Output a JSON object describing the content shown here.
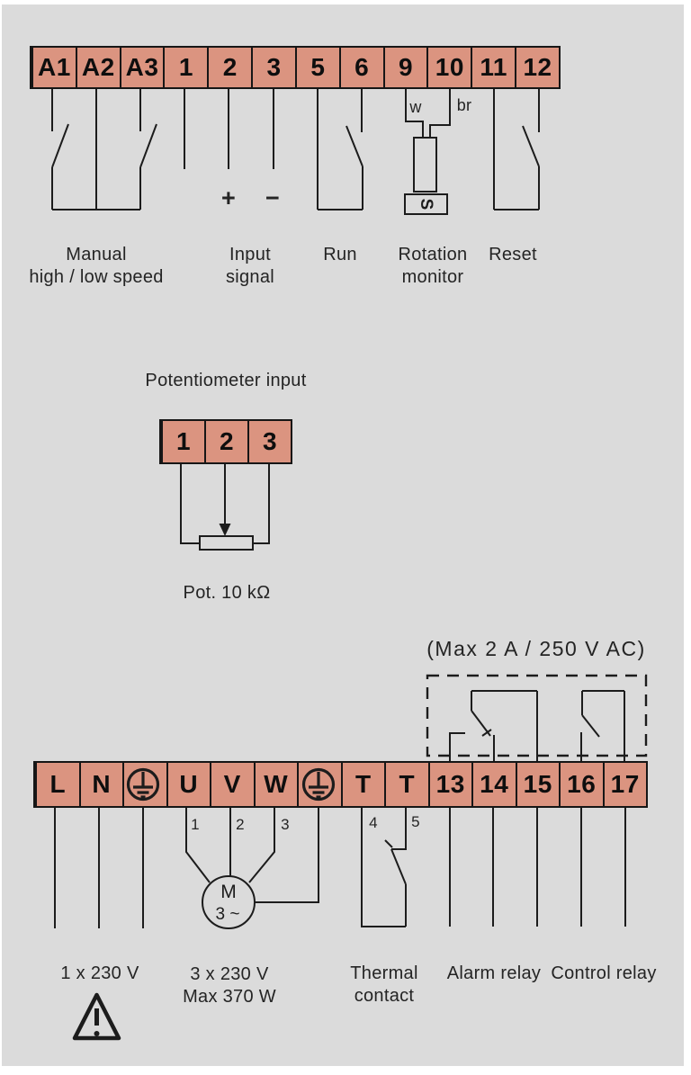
{
  "colors": {
    "background": "#dbdbdb",
    "terminal_fill": "#db9480",
    "line": "#1c1c1c"
  },
  "top_section": {
    "terminals": [
      "A1",
      "A2",
      "A3",
      "1",
      "2",
      "3",
      "5",
      "6",
      "9",
      "10",
      "11",
      "12"
    ],
    "wire_labels": {
      "white": "w",
      "brown": "br",
      "plus": "+",
      "minus": "−",
      "sensor": "S"
    },
    "groups": [
      {
        "line1": "Manual",
        "line2": "high / low speed"
      },
      {
        "line1": "Input",
        "line2": "signal"
      },
      {
        "line1": "Run",
        "line2": ""
      },
      {
        "line1": "Rotation",
        "line2": "monitor"
      },
      {
        "line1": "Reset",
        "line2": ""
      }
    ]
  },
  "pot_section": {
    "title": "Potentiometer input",
    "terminals": [
      "1",
      "2",
      "3"
    ],
    "caption": "Pot. 10 kΩ"
  },
  "bottom_section": {
    "rating_note": "(Max 2 A / 250 V AC)",
    "terminals": [
      "L",
      "N",
      "",
      "U",
      "V",
      "W",
      "",
      "T",
      "T",
      "13",
      "14",
      "15",
      "16",
      "17"
    ],
    "motor": {
      "letter": "M",
      "phase": "3 ~"
    },
    "wire_numbers": [
      "1",
      "2",
      "3",
      "4",
      "5"
    ],
    "labels": {
      "mains": "1 x 230 V",
      "motor_line1": "3 x 230 V",
      "motor_line2": "Max 370 W",
      "thermal_line1": "Thermal",
      "thermal_line2": "contact",
      "alarm": "Alarm relay",
      "control": "Control relay"
    }
  },
  "icons": {
    "earth": "protective-earth-icon",
    "warning": "warning-triangle-icon",
    "sensor": "rotation-sensor-icon",
    "motor": "motor-3phase-icon"
  }
}
